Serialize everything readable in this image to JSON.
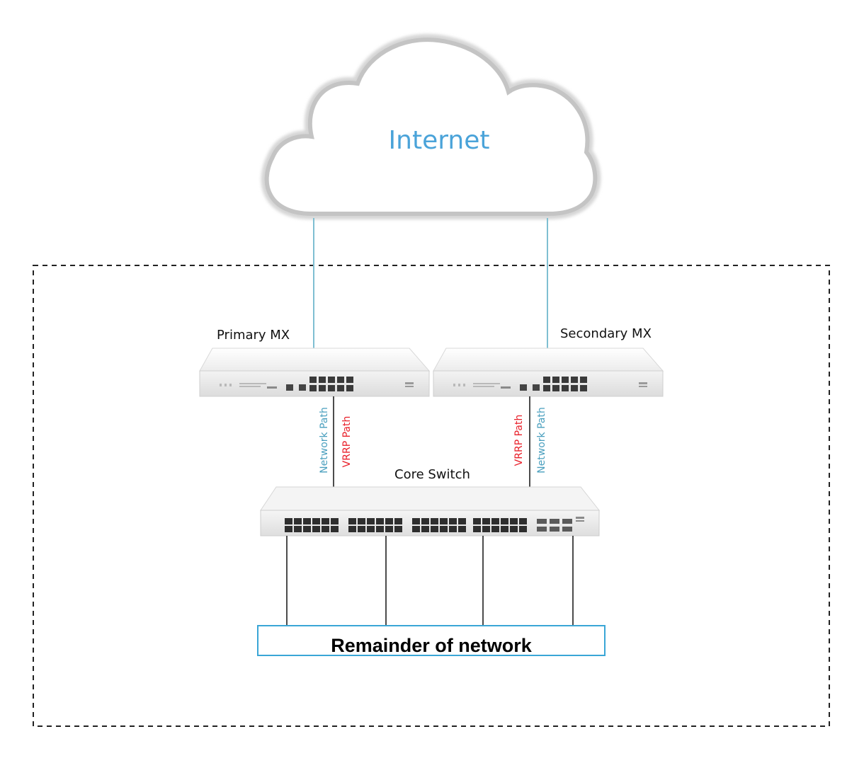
{
  "cloud": {
    "label": "Internet"
  },
  "devices": {
    "primary_mx": {
      "label": "Primary MX"
    },
    "secondary_mx": {
      "label": "Secondary MX"
    },
    "core_switch": {
      "label": "Core Switch"
    }
  },
  "paths": {
    "primary_network": "Network Path",
    "primary_vrrp": "VRRP Path",
    "secondary_vrrp": "VRRP Path",
    "secondary_network": "Network Path"
  },
  "remainder": {
    "label": "Remainder of network"
  },
  "colors": {
    "internet_text": "#4aa3d9",
    "network_path": "#4a9fbe",
    "vrrp_path": "#e8202a",
    "uplink_glow": "#a6d8e6",
    "remainder_border": "#3aa6d6",
    "dashed_border": "#222222"
  }
}
